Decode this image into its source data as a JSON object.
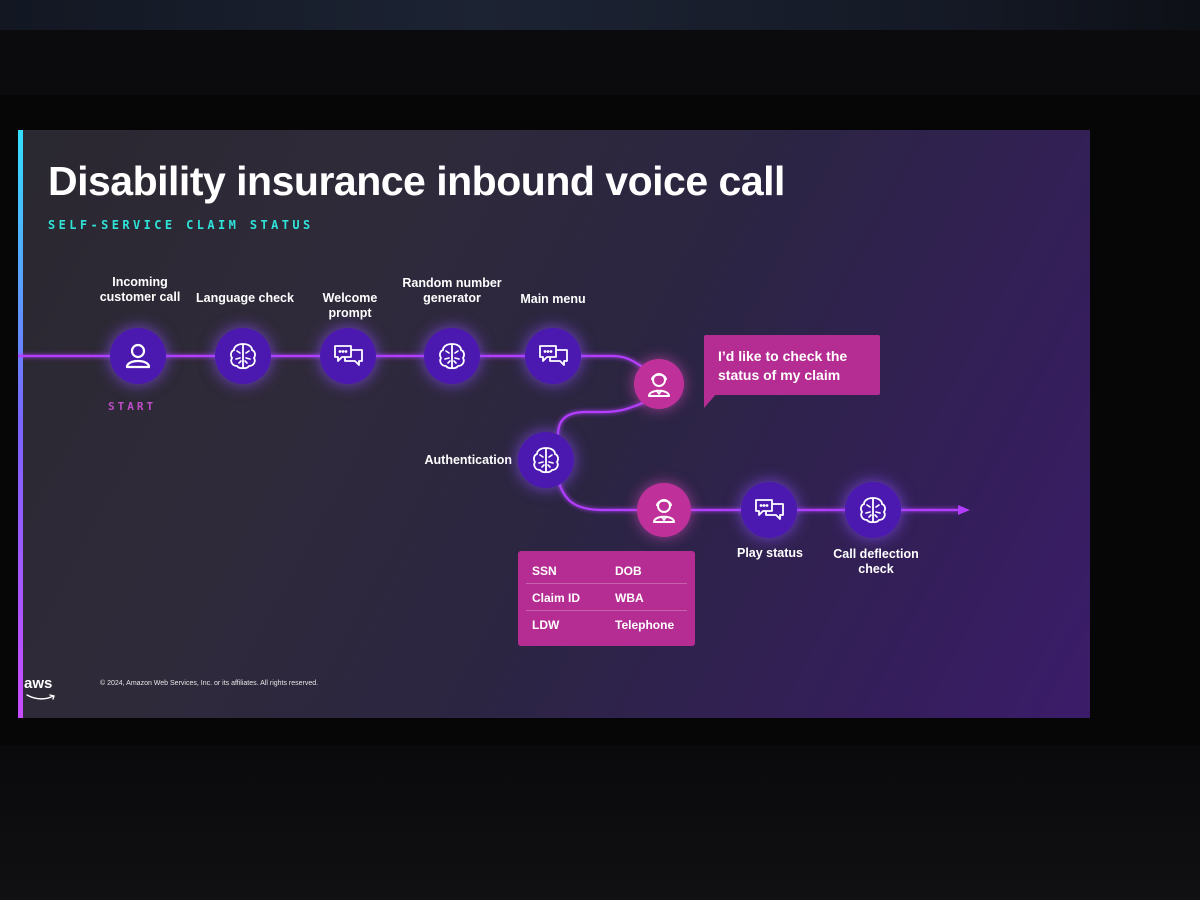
{
  "slide": {
    "title": "Disability insurance inbound voice call",
    "subtitle": "SELF-SERVICE CLAIM STATUS",
    "start_label": "START",
    "footer": {
      "logo": "aws",
      "copyright": "© 2024, Amazon Web Services, Inc. or its affiliates. All rights reserved."
    }
  },
  "flow": {
    "nodes": [
      {
        "label": "Incoming customer call",
        "icon": "person-icon"
      },
      {
        "label": "Language check",
        "icon": "brain-icon"
      },
      {
        "label": "Welcome prompt",
        "icon": "chat-bubble-icon"
      },
      {
        "label": "Random number generator",
        "icon": "brain-icon"
      },
      {
        "label": "Main menu",
        "icon": "chat-bubble-icon"
      },
      {
        "label": "",
        "icon": "agent-icon"
      },
      {
        "label": "Authentication",
        "icon": "brain-icon"
      },
      {
        "label": "",
        "icon": "agent-icon"
      },
      {
        "label": "Play status",
        "icon": "chat-bubble-icon"
      },
      {
        "label": "Call deflection check",
        "icon": "brain-icon"
      }
    ],
    "speech": "I’d like to check the status of my claim",
    "auth_fields": [
      [
        "SSN",
        "DOB"
      ],
      [
        "Claim ID",
        "WBA"
      ],
      [
        "LDW",
        "Telephone"
      ]
    ]
  },
  "colors": {
    "node_purple": "#4b19b0",
    "agent_pink": "#c0309a",
    "line_magenta": "#b43cff",
    "subtitle_teal": "#2fe3d9",
    "start_magenta": "#c04cc9",
    "bubble_pink": "#b52d93"
  }
}
